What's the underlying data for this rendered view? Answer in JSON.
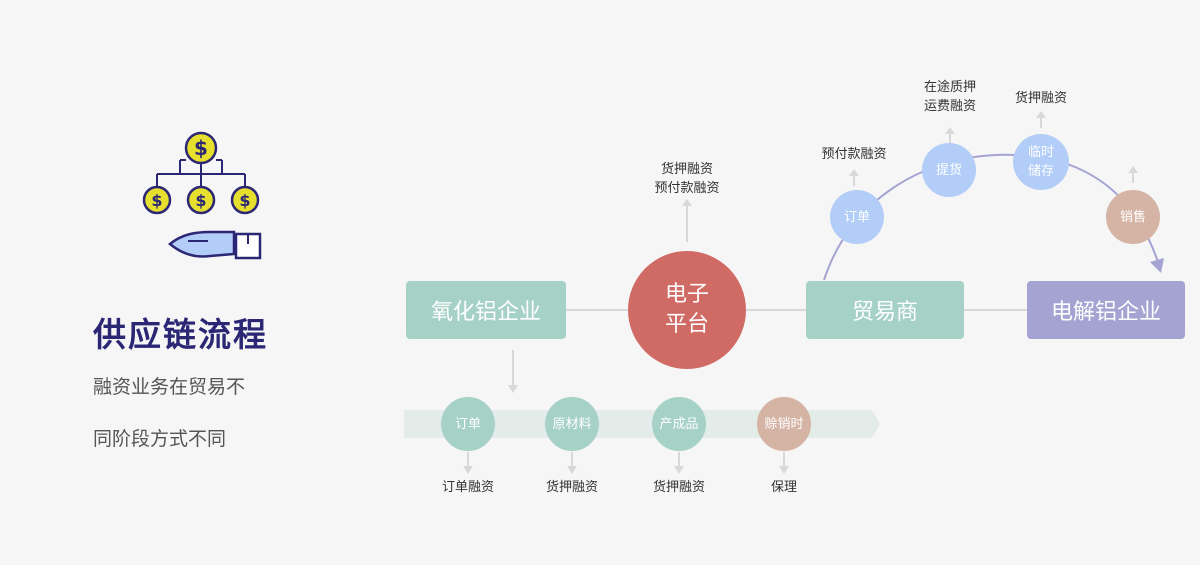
{
  "header": {
    "title": "供应链流程",
    "subtitle_line1": "融资业务在贸易不",
    "subtitle_line2": "同阶段方式不同"
  },
  "nodes": {
    "alumina": "氧化铝企业",
    "platform_line1": "电子",
    "platform_line2": "平台",
    "trader": "贸易商",
    "electrolytic": "电解铝企业"
  },
  "platform_label": {
    "line1": "货押融资",
    "line2": "预付款融资"
  },
  "arc": {
    "order": {
      "circle": "订单",
      "label": "预付款融资"
    },
    "pickup": {
      "circle": "提货",
      "label_line1": "在途质押",
      "label_line2": "运费融资"
    },
    "storage": {
      "circle_line1": "临时",
      "circle_line2": "储存",
      "label": "货押融资"
    },
    "sales": {
      "circle": "销售"
    }
  },
  "bottom": [
    {
      "circle": "订单",
      "label": "订单融资"
    },
    {
      "circle": "原材料",
      "label": "货押融资"
    },
    {
      "circle": "产成品",
      "label": "货押融资"
    },
    {
      "circle": "赊销时",
      "label": "保理"
    }
  ],
  "colors": {
    "teal": "#a6d1c6",
    "red": "#d06a64",
    "purple": "#a4a3d2",
    "blue": "#b2cdf7",
    "tan": "#d5b3a5",
    "title": "#2b2774"
  }
}
